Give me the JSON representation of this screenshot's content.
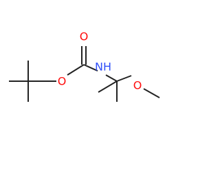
{
  "molecule": {
    "atoms": [
      {
        "id": "O_carbonyl",
        "symbol": "O",
        "color": "#ff0d0d"
      },
      {
        "id": "N_amide",
        "symbol": "NH",
        "color": "#3050f8"
      },
      {
        "id": "O_ester",
        "symbol": "O",
        "color": "#ff0d0d"
      },
      {
        "id": "O_methoxy",
        "symbol": "O",
        "color": "#ff0d0d"
      }
    ],
    "bond_color": "#222222"
  }
}
